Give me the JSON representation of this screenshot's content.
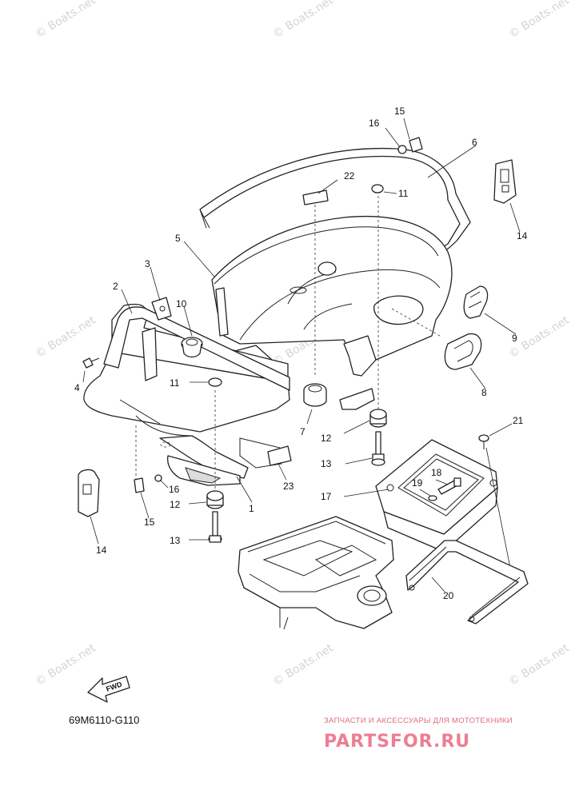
{
  "diagram": {
    "code": "69M6110-G110",
    "fwd_label": "FWD",
    "watermark": "© Boats.net",
    "callouts": [
      "1",
      "2",
      "3",
      "4",
      "5",
      "6",
      "7",
      "8",
      "9",
      "10",
      "11",
      "11",
      "12",
      "12",
      "13",
      "13",
      "14",
      "14",
      "15",
      "15",
      "16",
      "16",
      "17",
      "18",
      "19",
      "20",
      "21",
      "22",
      "23"
    ]
  },
  "brand": {
    "tagline": "ЗАПЧАСТИ И АКСЕССУАРЫ ДЛЯ МОТОТЕХНИКИ",
    "logo": "PARTSFOR.RU",
    "color": "#ee7d93"
  }
}
